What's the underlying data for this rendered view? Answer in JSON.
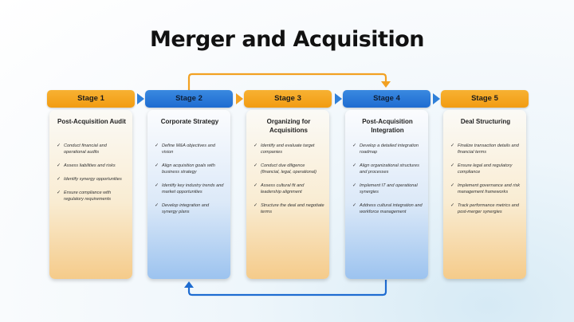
{
  "title": "Merger and Acquisition",
  "stages": [
    {
      "label": "Stage 1",
      "color": "#f29c12",
      "heading": "Post-Acquisition Audit",
      "items": [
        "Conduct financial and operational audits",
        "Assess liabilities and risks",
        "Identify synergy opportunities",
        "Ensure compliance with regulatory requirements"
      ]
    },
    {
      "label": "Stage 2",
      "color": "#1e6cd1",
      "heading": "Corporate Strategy",
      "items": [
        "Define M&A objectives and vision",
        "Align acquisition goals with business strategy",
        "Identify key industry trends and market opportunities",
        "Develop integration and synergy plans"
      ]
    },
    {
      "label": "Stage 3",
      "color": "#f29c12",
      "heading": "Organizing for Acquisitions",
      "items": [
        "Identify and evaluate target companies",
        "Conduct due diligence (financial, legal, operational)",
        "Assess cultural fit and leadership alignment",
        "Structure the deal and negotiate terms"
      ]
    },
    {
      "label": "Stage 4",
      "color": "#1e6cd1",
      "heading": "Post-Acquisition Integration",
      "items": [
        "Develop a detailed integration roadmap",
        "Align organizational structures and processes",
        "Implement IT and operational synergies",
        "Address cultural integration and workforce management"
      ]
    },
    {
      "label": "Stage 5",
      "color": "#f29c12",
      "heading": "Deal Structuring",
      "items": [
        "Finalize transaction details and financial terms",
        "Ensure legal and regulatory compliance",
        "Implement governance and risk management frameworks",
        "Track performance metrics and post-merger synergies"
      ]
    }
  ]
}
